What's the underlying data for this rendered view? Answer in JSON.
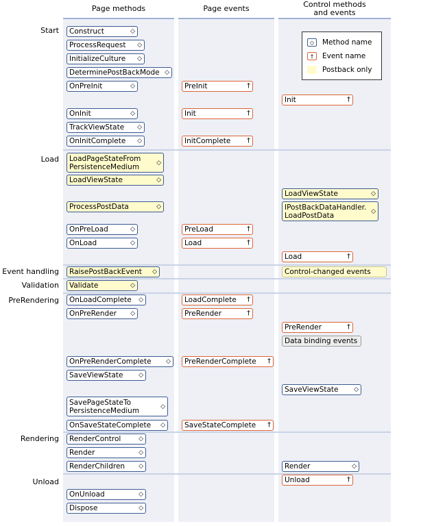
{
  "columns": {
    "page_methods": "Page methods",
    "page_events": "Page events",
    "control_line1": "Control methods",
    "control_line2": "and events"
  },
  "legend": {
    "method": "Method name",
    "event": "Event name",
    "postback": "Postback only"
  },
  "phases": {
    "start": "Start",
    "load": "Load",
    "event_handling": "Event handling",
    "validation": "Validation",
    "prerendering": "PreRendering",
    "rendering": "Rendering",
    "unload": "Unload"
  },
  "symbols": {
    "method": "◇",
    "event": "†"
  },
  "page_methods": {
    "construct": "Construct",
    "process_request": "ProcessRequest",
    "initialize_culture": "InitializeCulture",
    "determine_postback_mode": "DeterminePostBackMode",
    "on_pre_init": "OnPreInit",
    "on_init": "OnInit",
    "track_view_state": "TrackViewState",
    "on_init_complete": "OnInitComplete",
    "load_page_state_1": "LoadPageStateFrom",
    "load_page_state_2": "PersistenceMedium",
    "load_view_state": "LoadViewState",
    "process_post_data": "ProcessPostData",
    "on_pre_load": "OnPreLoad",
    "on_load": "OnLoad",
    "raise_postback_event": "RaisePostBackEvent",
    "validate": "Validate",
    "on_load_complete": "OnLoadComplete",
    "on_pre_render": "OnPreRender",
    "on_pre_render_complete": "OnPreRenderComplete",
    "save_view_state": "SaveViewState",
    "save_page_state_1": "SavePageStateTo",
    "save_page_state_2": "PersistenceMedium",
    "on_save_state_complete": "OnSaveStateComplete",
    "render_control": "RenderControl",
    "render": "Render",
    "render_children": "RenderChildren",
    "on_unload": "OnUnload",
    "dispose": "Dispose"
  },
  "page_events": {
    "pre_init": "PreInit",
    "init": "Init",
    "init_complete": "InitComplete",
    "pre_load": "PreLoad",
    "load": "Load",
    "load_complete": "LoadComplete",
    "pre_render": "PreRender",
    "pre_render_complete": "PreRenderComplete",
    "save_state_complete": "SaveStateComplete"
  },
  "control": {
    "init": "Init",
    "load_view_state": "LoadViewState",
    "ipostback_1": "IPostBackDataHandler.",
    "ipostback_2": "LoadPostData",
    "load": "Load",
    "control_changed": "Control-changed events",
    "pre_render": "PreRender",
    "data_binding": "Data binding events",
    "save_view_state": "SaveViewState",
    "render": "Render",
    "unload": "Unload"
  }
}
